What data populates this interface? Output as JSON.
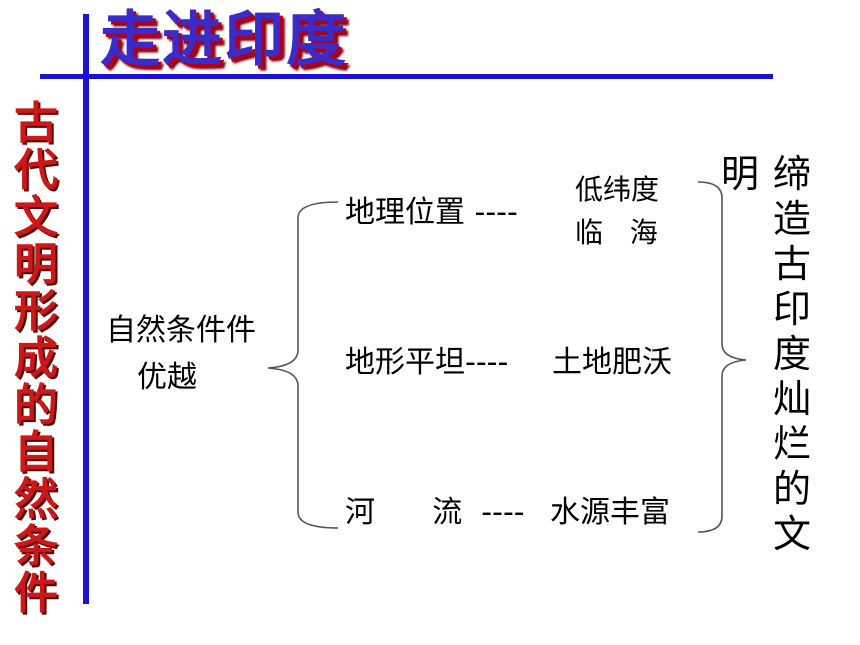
{
  "title": "走进印度",
  "side_title": "古代文明形成的自然条件",
  "main_node": {
    "line1": "自然条件件",
    "line2": "优越"
  },
  "rows": [
    {
      "left": "地理位置 ----",
      "right_line1": "低纬度",
      "right_line2": "临   海"
    },
    {
      "left": "地形平坦----",
      "right_line1": "土地肥沃"
    },
    {
      "left": "河      流  ----",
      "right_line1": "水源丰富"
    }
  ],
  "result": {
    "col1": "明",
    "col2": "缔造古印度灿烂的文"
  },
  "colors": {
    "accent_blue": "#1a12d8",
    "title_blue": "#3a2cc8",
    "title_shadow": "#b0001f",
    "side_red": "#cc1818"
  }
}
